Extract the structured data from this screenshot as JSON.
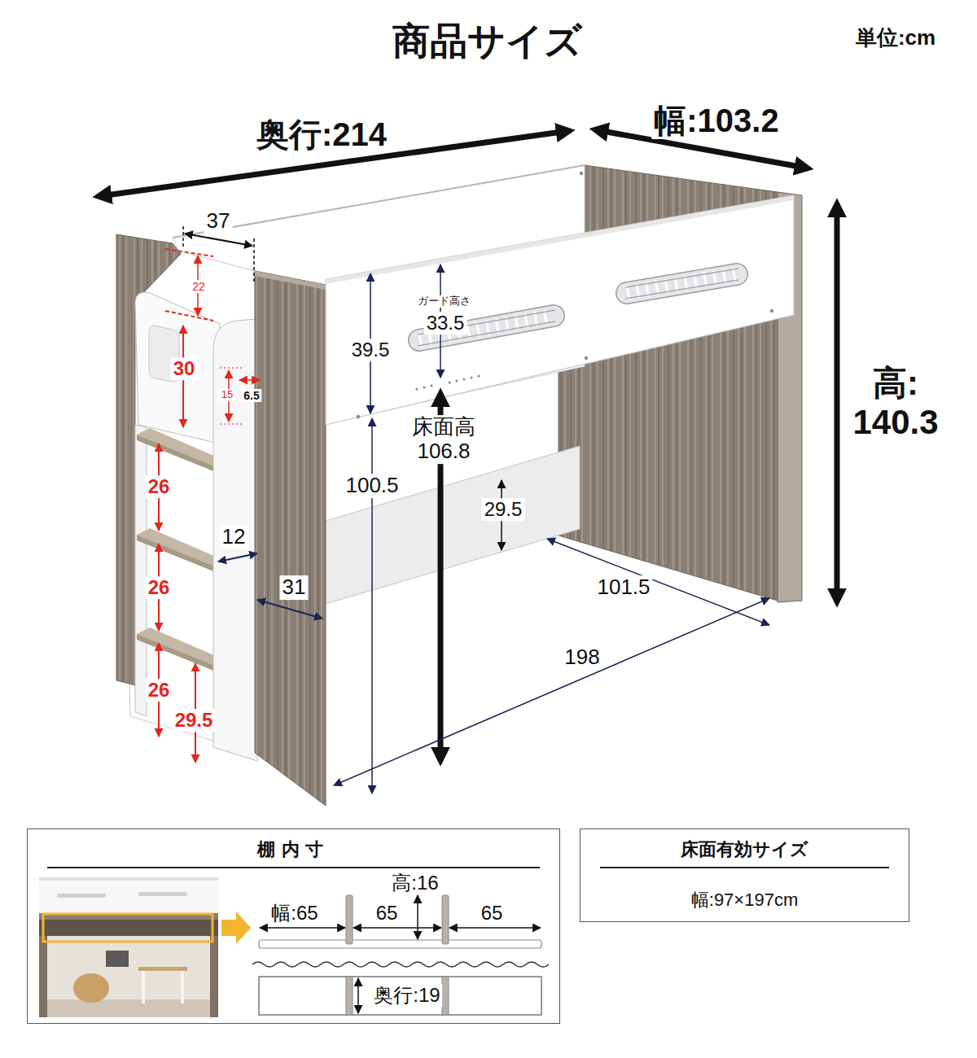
{
  "diagram": {
    "title": "商品サイズ",
    "nodes": [
      {
        "text": [
          "棚内寸"
        ]
      },
      {
        "text": [
          "床面有効サイズ",
          "幅:97×197cm"
        ]
      }
    ],
    "labels": [
      "単位:cm",
      "奥行:214",
      "幅:103.2",
      "高: 140.3",
      "37",
      "22",
      "30",
      "15",
      "6.5",
      "26",
      "26",
      "26",
      "29.5",
      "12",
      "31",
      "39.5",
      "ガード高さ",
      "33.5",
      "床面高 106.8",
      "100.5",
      "29.5",
      "101.5",
      "198",
      "幅:65",
      "65",
      "65",
      "高:16",
      "奥行:19"
    ]
  }
}
